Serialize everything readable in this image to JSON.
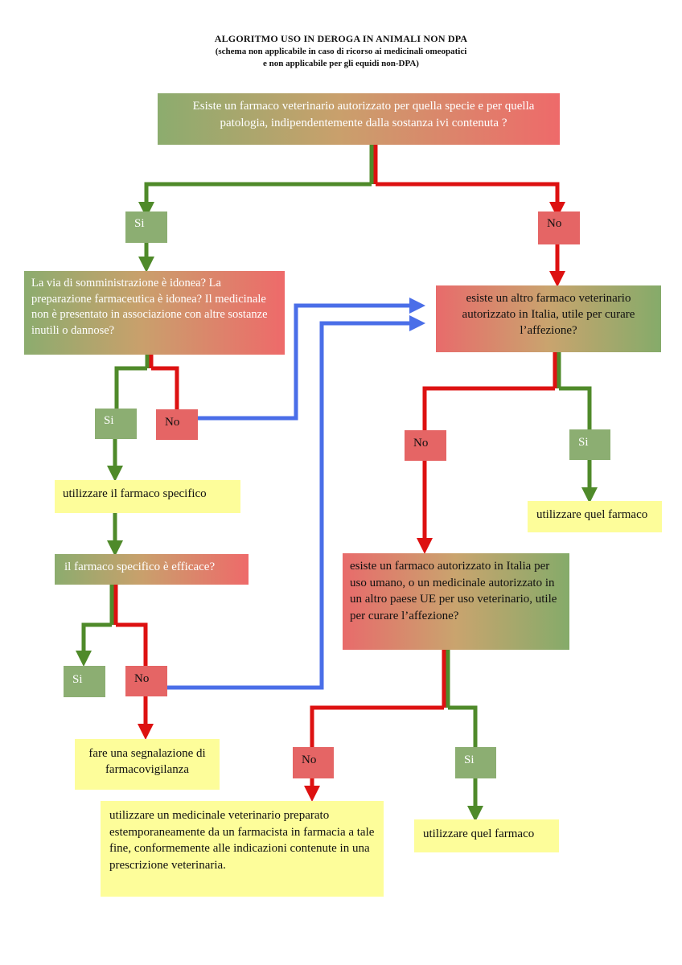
{
  "title": {
    "line1": "ALGORITMO USO IN DEROGA IN ANIMALI NON DPA",
    "line2": "(schema non applicabile in caso di ricorso ai medicinali omeopatici",
    "line3": "e non applicabile per gli equidi non-DPA)"
  },
  "nodes": {
    "q1": "Esiste un farmaco veterinario autorizzato per quella specie e per quella patologia, indipendentemente dalla sostanza ivi contenuta ?",
    "q1_si": "Si",
    "q1_no": "No",
    "q2": "La via di somministrazione è idonea? La preparazione farmaceutica è idonea? Il medicinale non è presentato in associazione con altre sostanze inutili o dannose?",
    "q2_si": "Si",
    "q2_no": "No",
    "use_specific": "utilizzare il farmaco specifico",
    "q3": "il farmaco specifico è efficace?",
    "q3_si": "Si",
    "q3_no": "No",
    "report": "fare una segnalazione di farmacovigilanza",
    "q4": "esiste un altro farmaco veterinario autorizzato in Italia, utile per curare l’affezione?",
    "q4_no": "No",
    "q4_si": "Si",
    "use_that_1": "utilizzare quel farmaco",
    "q5": "esiste un farmaco autorizzato in Italia per uso umano, o un medicinale autorizzato in un altro paese UE per uso veterinario, utile per curare l’affezione?",
    "q5_no": "No",
    "q5_si": "Si",
    "use_that_2": "utilizzare quel farmaco",
    "compounded": "utilizzare un medicinale veterinario preparato estemporaneamente da un farmacista in farmacia a tale fine, conformemente alle indicazioni contenute in una prescrizione veterinaria."
  },
  "colors": {
    "green": "#4f8a2a",
    "red": "#dd1111",
    "blue": "#4a6ee8",
    "yellow": "#fdfd9a"
  }
}
